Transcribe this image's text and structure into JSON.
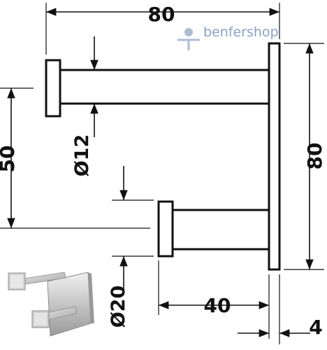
{
  "brand": {
    "name": "benfershop",
    "logo_icon": "benfershop-logo-icon",
    "color": "#8aa2c4"
  },
  "dimensions": {
    "overall_width": "80",
    "overall_height": "80",
    "hook_spacing": "50",
    "upper_hook_diameter": "Ø12",
    "lower_hook_diameter": "Ø20",
    "lower_hook_projection": "40",
    "plate_thickness": "4"
  },
  "photo": {
    "icon": "double-robe-hook-photo",
    "colors": {
      "steel_light": "#d9d9d9",
      "steel_mid": "#b3b3b3",
      "steel_dark": "#8c8c8c"
    }
  }
}
